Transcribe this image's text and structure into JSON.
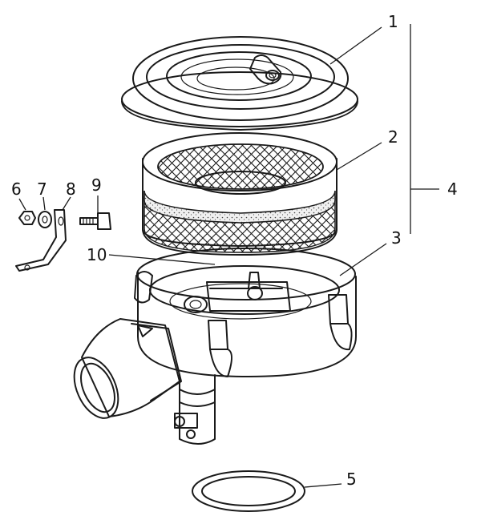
{
  "diagram": {
    "callouts": [
      {
        "id": "c1",
        "text": "1"
      },
      {
        "id": "c2",
        "text": "2"
      },
      {
        "id": "c3",
        "text": "3"
      },
      {
        "id": "c4",
        "text": "4"
      },
      {
        "id": "c5",
        "text": "5"
      },
      {
        "id": "c6",
        "text": "6"
      },
      {
        "id": "c7",
        "text": "7"
      },
      {
        "id": "c8",
        "text": "8"
      },
      {
        "id": "c9",
        "text": "9"
      },
      {
        "id": "c10",
        "text": "10"
      }
    ]
  },
  "colors": {
    "ink": "#1a1a1a",
    "background": "#ffffff",
    "filter_fill": "#e6e6e6"
  }
}
